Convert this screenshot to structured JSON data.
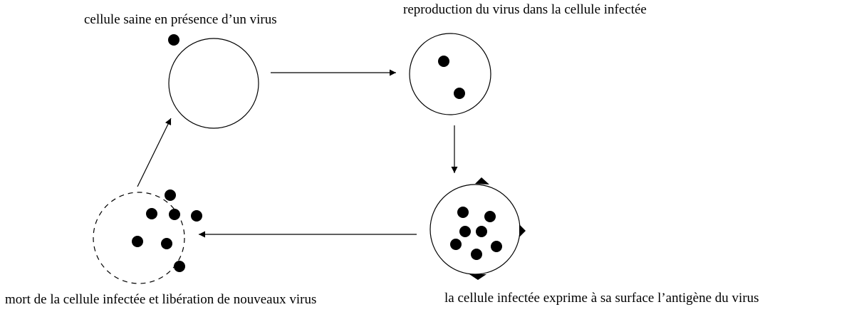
{
  "labels": {
    "healthy": "cellule saine en présence d’un virus",
    "reproduction": "reproduction du virus dans la cellule infectée",
    "antigen": "la cellule infectée exprime à sa surface l’antigène du virus",
    "death": "mort de la cellule infectée et libération de nouveaux virus"
  },
  "colors": {
    "stroke": "#000000",
    "fill": "#000000",
    "background": "#ffffff"
  }
}
